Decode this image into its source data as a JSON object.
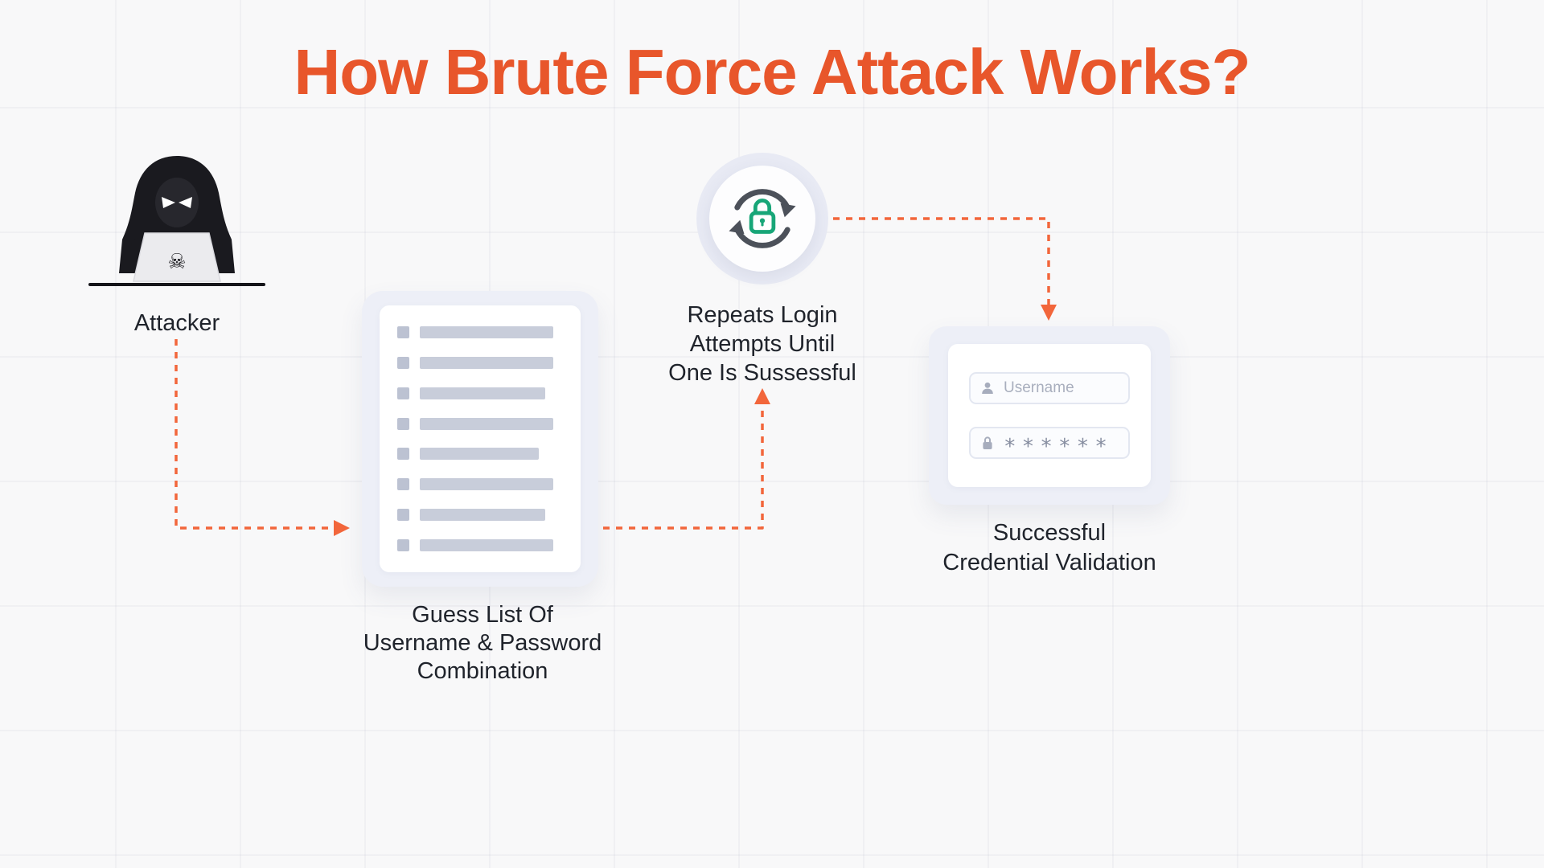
{
  "title": "How Brute Force Attack Works?",
  "colors": {
    "title_accent": "#E8562B",
    "arrow": "#F2663B",
    "lock_green": "#18A678"
  },
  "attacker": {
    "label": "Attacker",
    "skull_glyph": "☠"
  },
  "guess_list": {
    "caption_line1": "Guess List Of",
    "caption_line2": "Username & Password",
    "caption_line3": "Combination"
  },
  "repeat_cycle": {
    "caption_line1": "Repeats Login",
    "caption_line2": "Attempts Until",
    "caption_line3": "One Is Sussessful"
  },
  "login_card": {
    "username_placeholder": "Username",
    "password_mask": "******",
    "caption_line1": "Successful",
    "caption_line2": "Credential Validation"
  }
}
